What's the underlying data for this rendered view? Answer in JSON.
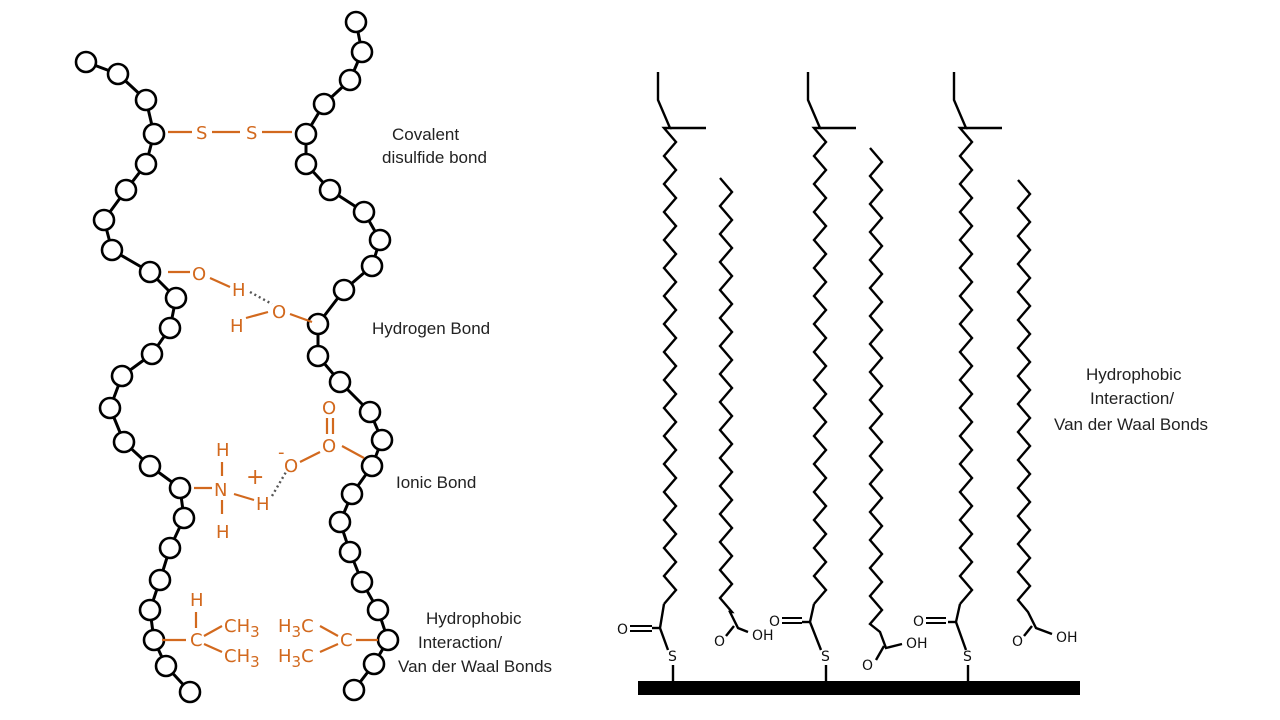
{
  "left_panel": {
    "labels": {
      "covalent": [
        "Covalent",
        "disulfide bond"
      ],
      "hydrogen": "Hydrogen Bond",
      "ionic": "Ionic Bond",
      "hydrophobic": [
        "Hydrophobic",
        "Interaction/",
        "Van der Waal Bonds"
      ]
    },
    "atoms": {
      "sulfur": "S",
      "oxygen": "O",
      "hydrogen": "H",
      "nitrogen": "N",
      "carbon": "C",
      "methyl": "CH",
      "methyl_sub": "3",
      "methyl_left": "H",
      "methyl_left_sub": "3",
      "methyl_left_c": "C",
      "plus": "+",
      "minus": "-"
    }
  },
  "right_panel": {
    "label": [
      "Hydrophobic",
      "Interaction/",
      "Van der Waal Bonds"
    ],
    "chem": {
      "o": "O",
      "oh": "OH",
      "s": "S"
    }
  }
}
